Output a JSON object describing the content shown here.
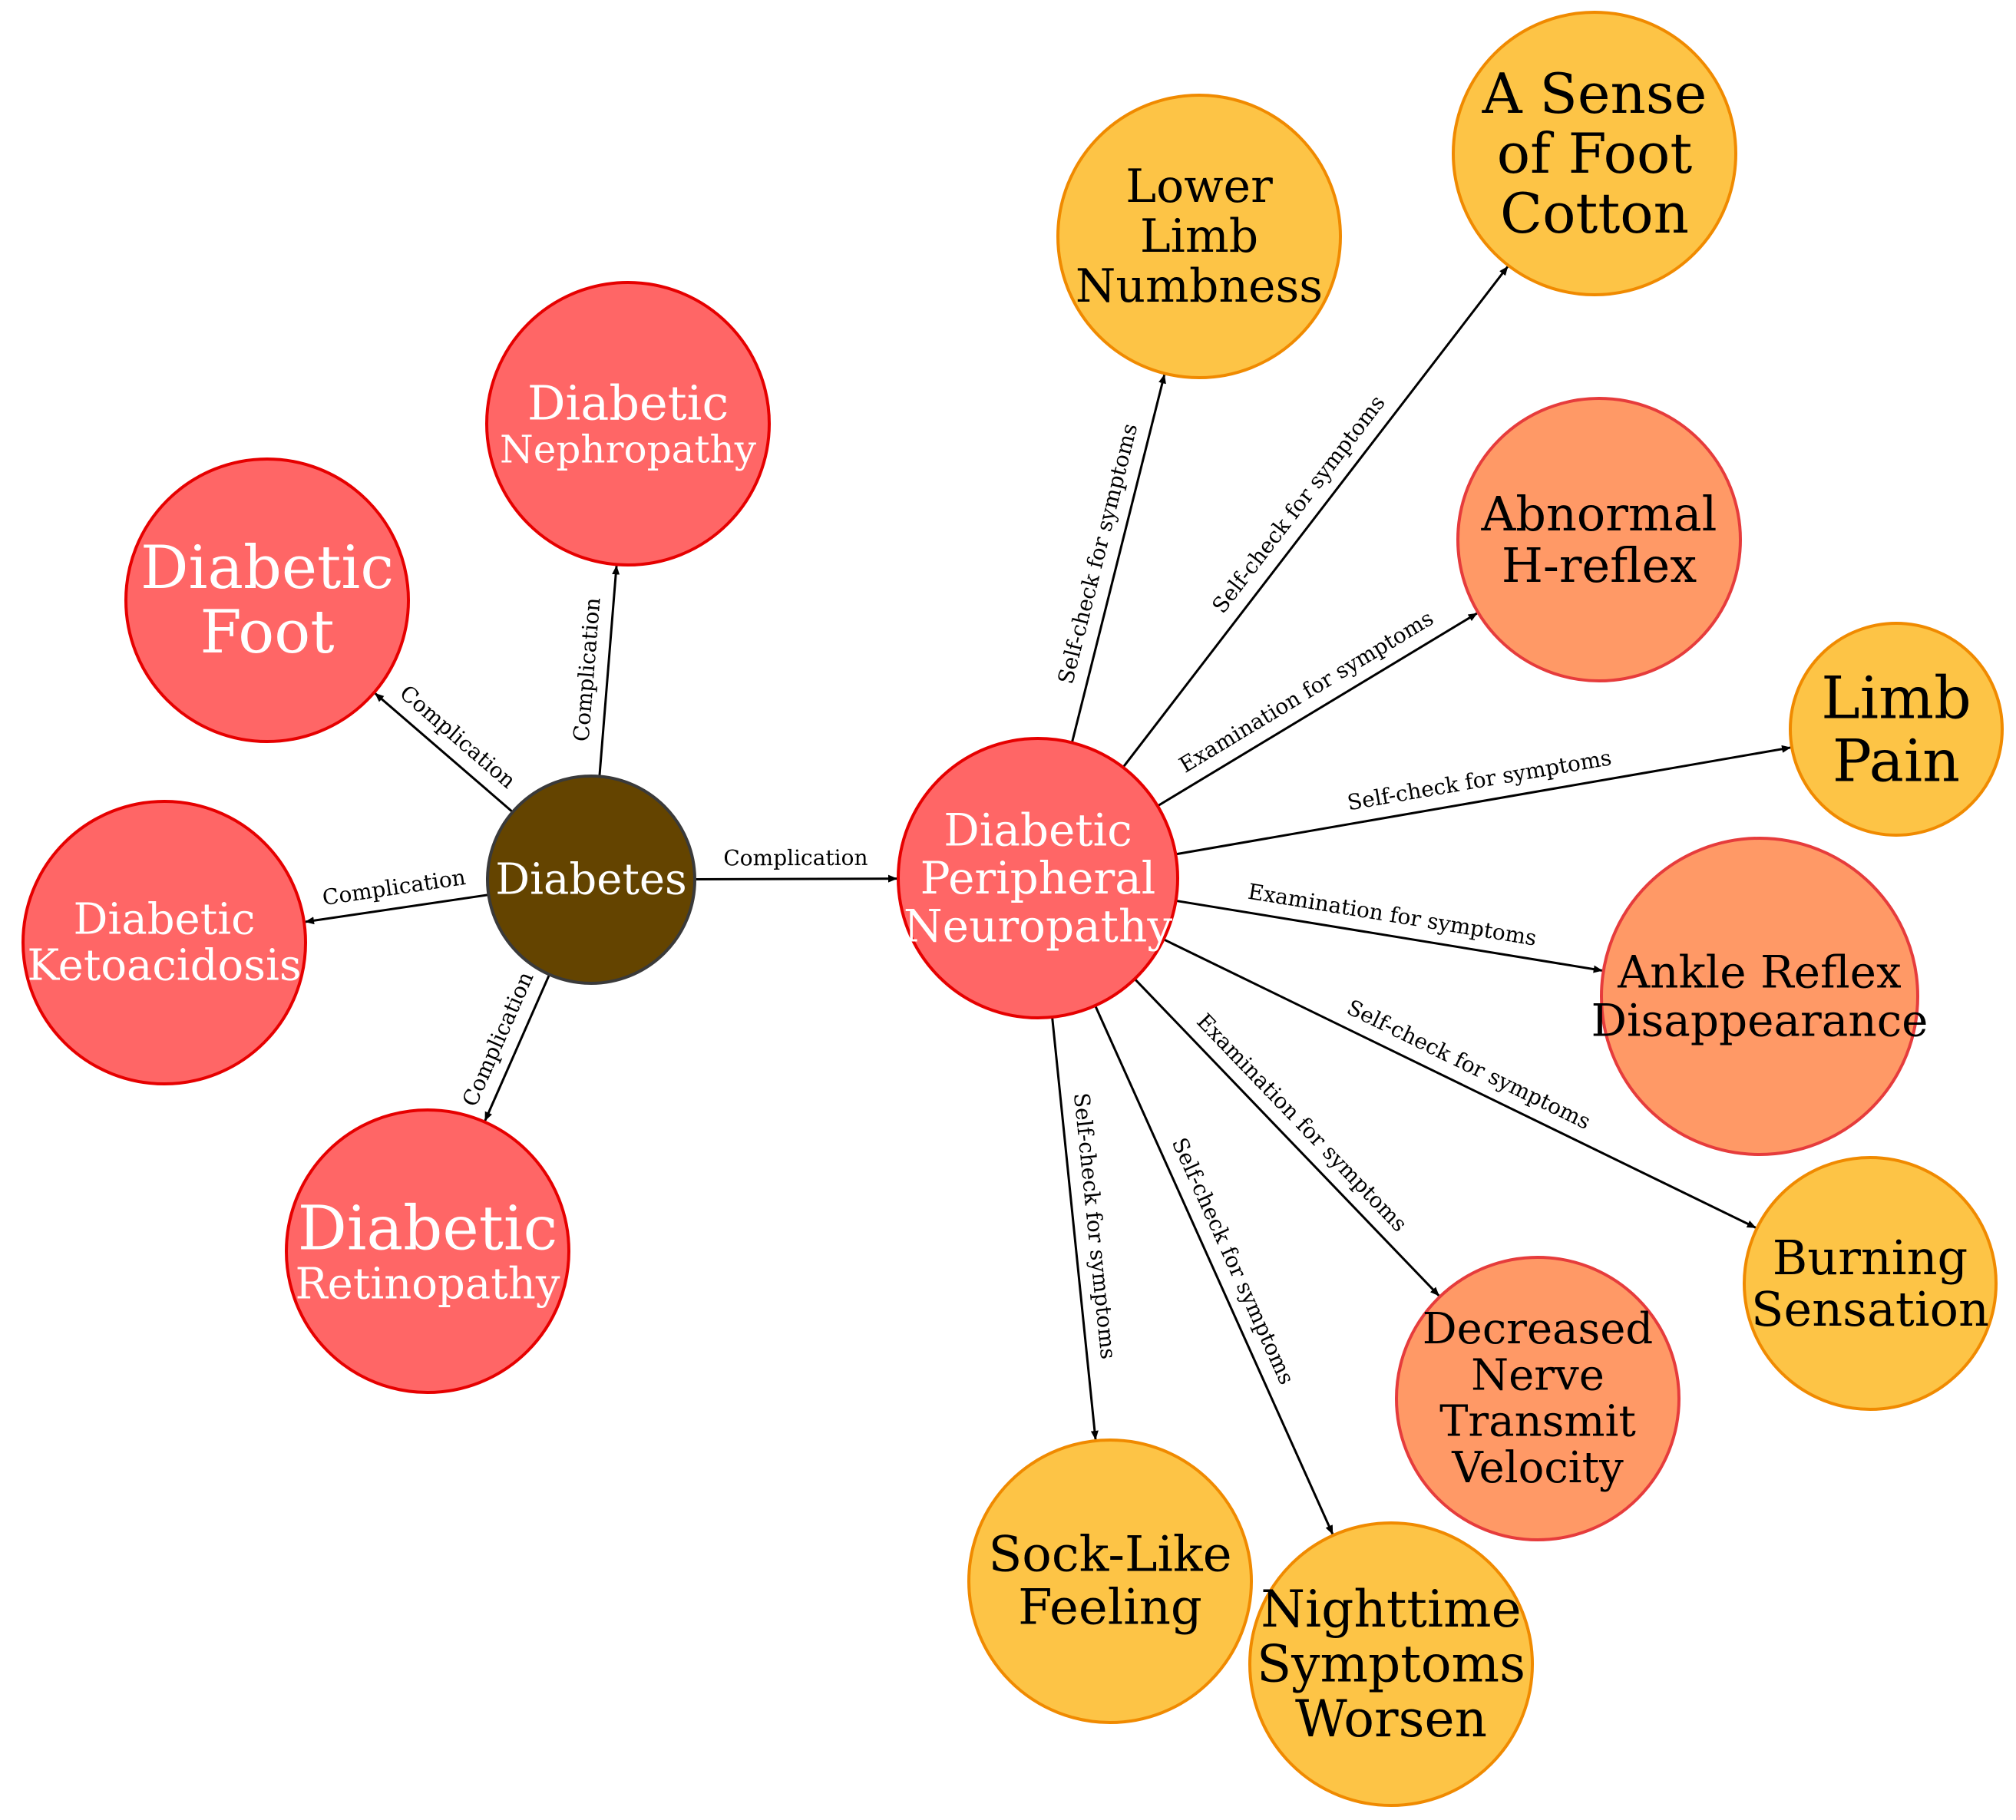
{
  "colors": {
    "root_fill": "#644400",
    "root_stroke": "#3a3a3a",
    "complication_fill": "#ff6666",
    "complication_stroke": "#e60000",
    "exam_fill": "#ff9966",
    "exam_stroke": "#e63c3c",
    "selfcheck_fill": "#fdc446",
    "selfcheck_stroke": "#f08a00",
    "light_text": "#ffffff",
    "dark_text": "#000000",
    "edge": "#000000"
  },
  "nodes": [
    {
      "id": "diabetes",
      "lines": [
        "Diabetes"
      ],
      "kind": "root"
    },
    {
      "id": "dpn",
      "lines": [
        "Diabetic",
        "Peripheral",
        "Neuropathy"
      ],
      "kind": "complication"
    },
    {
      "id": "foot",
      "lines": [
        "Diabetic",
        "Foot"
      ],
      "kind": "complication"
    },
    {
      "id": "nephropathy",
      "lines": [
        "Diabetic",
        "Nephropathy"
      ],
      "kind": "complication"
    },
    {
      "id": "ketoacidosis",
      "lines": [
        "Diabetic",
        "Ketoacidosis"
      ],
      "kind": "complication"
    },
    {
      "id": "retinopathy",
      "lines": [
        "Diabetic",
        "Retinopathy"
      ],
      "kind": "complication"
    },
    {
      "id": "numbness",
      "lines": [
        "Lower",
        "Limb",
        "Numbness"
      ],
      "kind": "selfcheck"
    },
    {
      "id": "cotton",
      "lines": [
        "A Sense",
        "of Foot",
        "Cotton"
      ],
      "kind": "selfcheck"
    },
    {
      "id": "hreflex",
      "lines": [
        "Abnormal",
        "H-reflex"
      ],
      "kind": "exam"
    },
    {
      "id": "limbpain",
      "lines": [
        "Limb",
        "Pain"
      ],
      "kind": "selfcheck"
    },
    {
      "id": "ankle",
      "lines": [
        "Ankle Reflex",
        "Disappearance"
      ],
      "kind": "exam"
    },
    {
      "id": "burning",
      "lines": [
        "Burning",
        "Sensation"
      ],
      "kind": "selfcheck"
    },
    {
      "id": "velocity",
      "lines": [
        "Decreased",
        "Nerve",
        "Transmit",
        "Velocity"
      ],
      "kind": "exam"
    },
    {
      "id": "nighttime",
      "lines": [
        "Nighttime",
        "Symptoms",
        "Worsen"
      ],
      "kind": "selfcheck"
    },
    {
      "id": "sock",
      "lines": [
        "Sock-Like",
        "Feeling"
      ],
      "kind": "selfcheck"
    }
  ],
  "edges": [
    {
      "from": "diabetes",
      "to": "foot",
      "label": "Complication"
    },
    {
      "from": "diabetes",
      "to": "nephropathy",
      "label": "Complication"
    },
    {
      "from": "diabetes",
      "to": "ketoacidosis",
      "label": "Complication"
    },
    {
      "from": "diabetes",
      "to": "retinopathy",
      "label": "Complication"
    },
    {
      "from": "diabetes",
      "to": "dpn",
      "label": "Complication"
    },
    {
      "from": "dpn",
      "to": "numbness",
      "label": "Self-check for symptoms"
    },
    {
      "from": "dpn",
      "to": "cotton",
      "label": "Self-check for symptoms"
    },
    {
      "from": "dpn",
      "to": "hreflex",
      "label": "Examination for symptoms"
    },
    {
      "from": "dpn",
      "to": "limbpain",
      "label": "Self-check for symptoms"
    },
    {
      "from": "dpn",
      "to": "ankle",
      "label": "Examination for symptoms"
    },
    {
      "from": "dpn",
      "to": "burning",
      "label": "Self-check for symptoms"
    },
    {
      "from": "dpn",
      "to": "velocity",
      "label": "Examination for symptoms"
    },
    {
      "from": "dpn",
      "to": "nighttime",
      "label": "Self-check for symptoms"
    },
    {
      "from": "dpn",
      "to": "sock",
      "label": "Self-check for symptoms"
    }
  ]
}
